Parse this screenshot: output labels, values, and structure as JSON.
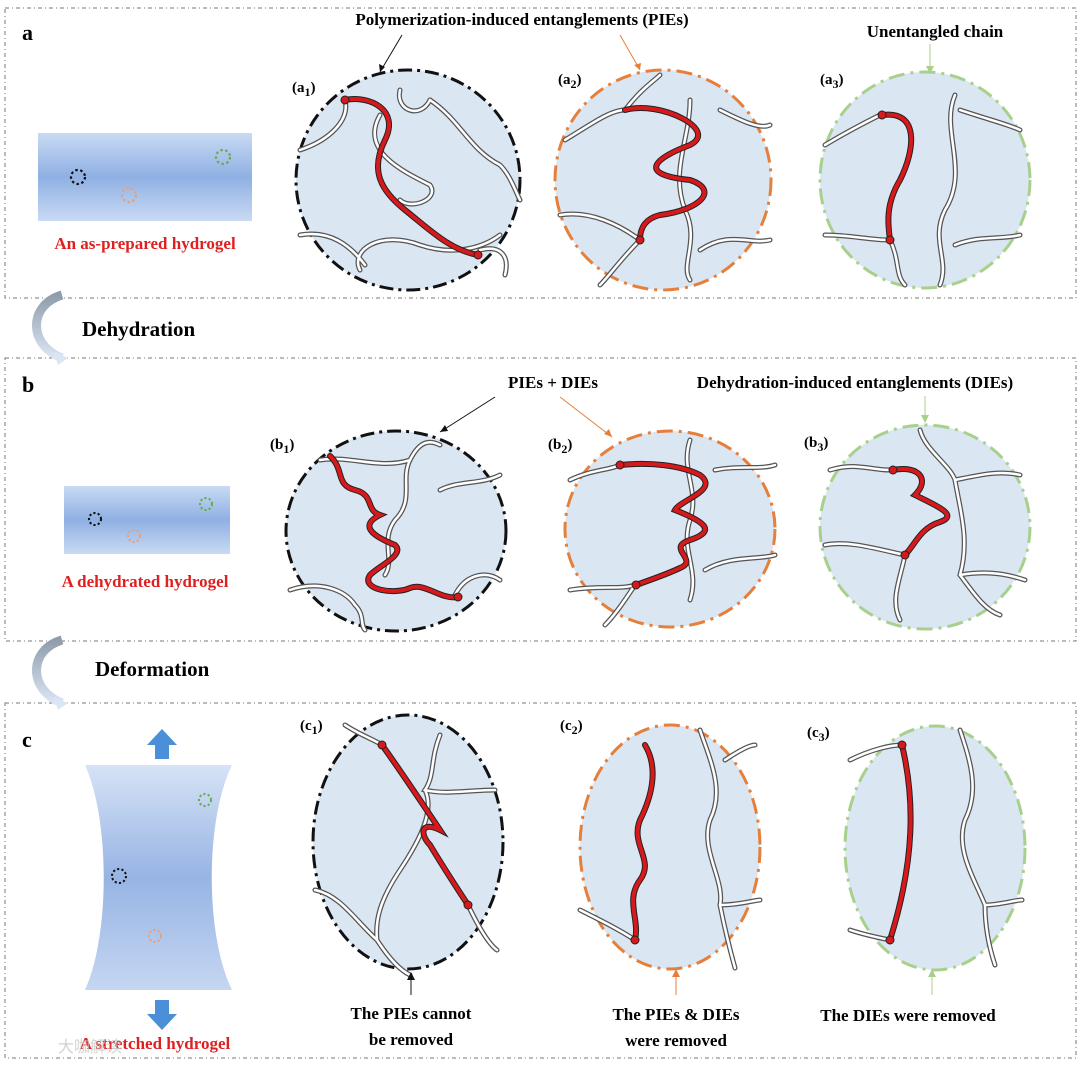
{
  "panels": [
    {
      "letter": "a",
      "label": "An as-prepared hydrogel",
      "circles": [
        {
          "main": "(a",
          "sub": "1",
          "close": ")"
        },
        {
          "main": "(a",
          "sub": "2",
          "close": ")"
        },
        {
          "main": "(a",
          "sub": "3",
          "close": ")"
        }
      ],
      "callouts": [
        "Polymerization-induced entanglements (PIEs)",
        "Unentangled chain"
      ]
    },
    {
      "letter": "b",
      "label": "A dehydrated hydrogel",
      "circles": [
        {
          "main": "(b",
          "sub": "1",
          "close": ")"
        },
        {
          "main": "(b",
          "sub": "2",
          "close": ")"
        },
        {
          "main": "(b",
          "sub": "3",
          "close": ")"
        }
      ],
      "callouts": [
        "PIEs + DIEs",
        "Dehydration-induced entanglements (DIEs)"
      ]
    },
    {
      "letter": "c",
      "label": "A stretched hydrogel",
      "circles": [
        {
          "main": "(c",
          "sub": "1",
          "close": ")"
        },
        {
          "main": "(c",
          "sub": "2",
          "close": ")"
        },
        {
          "main": "(c",
          "sub": "3",
          "close": ")"
        }
      ],
      "captions": [
        {
          "line1": "The PIEs cannot",
          "line2": "be removed"
        },
        {
          "line1": "The PIEs & DIEs",
          "line2": "were removed"
        },
        {
          "line1": "The DIEs were removed",
          "line2": ""
        }
      ]
    }
  ],
  "steps": [
    "Dehydration",
    "Deformation"
  ],
  "colors": {
    "chain_highlight": "#d7191c",
    "pie_ring": "#000000",
    "mix_ring": "#e57f3a",
    "die_ring": "#a8d08d",
    "circle_fill": "#dbe6f3",
    "label_red": "#e02020",
    "arrow_blue": "#4a8fd8"
  },
  "watermark": "大咖解读"
}
